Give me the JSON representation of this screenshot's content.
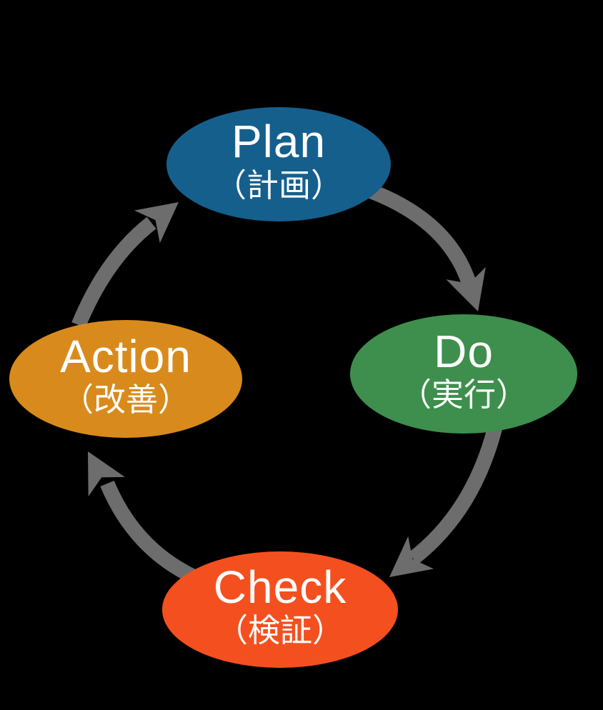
{
  "colors": {
    "background": "#000000",
    "arrow": "#6d6d6d",
    "text": "#ffffff",
    "plan": "#155f8d",
    "do": "#3e8f4d",
    "check": "#f4501f",
    "action": "#d88b1c"
  },
  "nodes": [
    {
      "id": "plan",
      "label_en": "Plan",
      "label_jp": "（計画）",
      "color": "#155f8d",
      "position": "top"
    },
    {
      "id": "do",
      "label_en": "Do",
      "label_jp": "（実行）",
      "color": "#3e8f4d",
      "position": "right"
    },
    {
      "id": "check",
      "label_en": "Check",
      "label_jp": "（検証）",
      "color": "#f4501f",
      "position": "bottom"
    },
    {
      "id": "action",
      "label_en": "Action",
      "label_jp": "（改善）",
      "color": "#d88b1c",
      "position": "left"
    }
  ],
  "arrows": [
    {
      "from": "Plan",
      "to": "Do"
    },
    {
      "from": "Do",
      "to": "Check"
    },
    {
      "from": "Check",
      "to": "Action"
    },
    {
      "from": "Action",
      "to": "Plan"
    }
  ]
}
